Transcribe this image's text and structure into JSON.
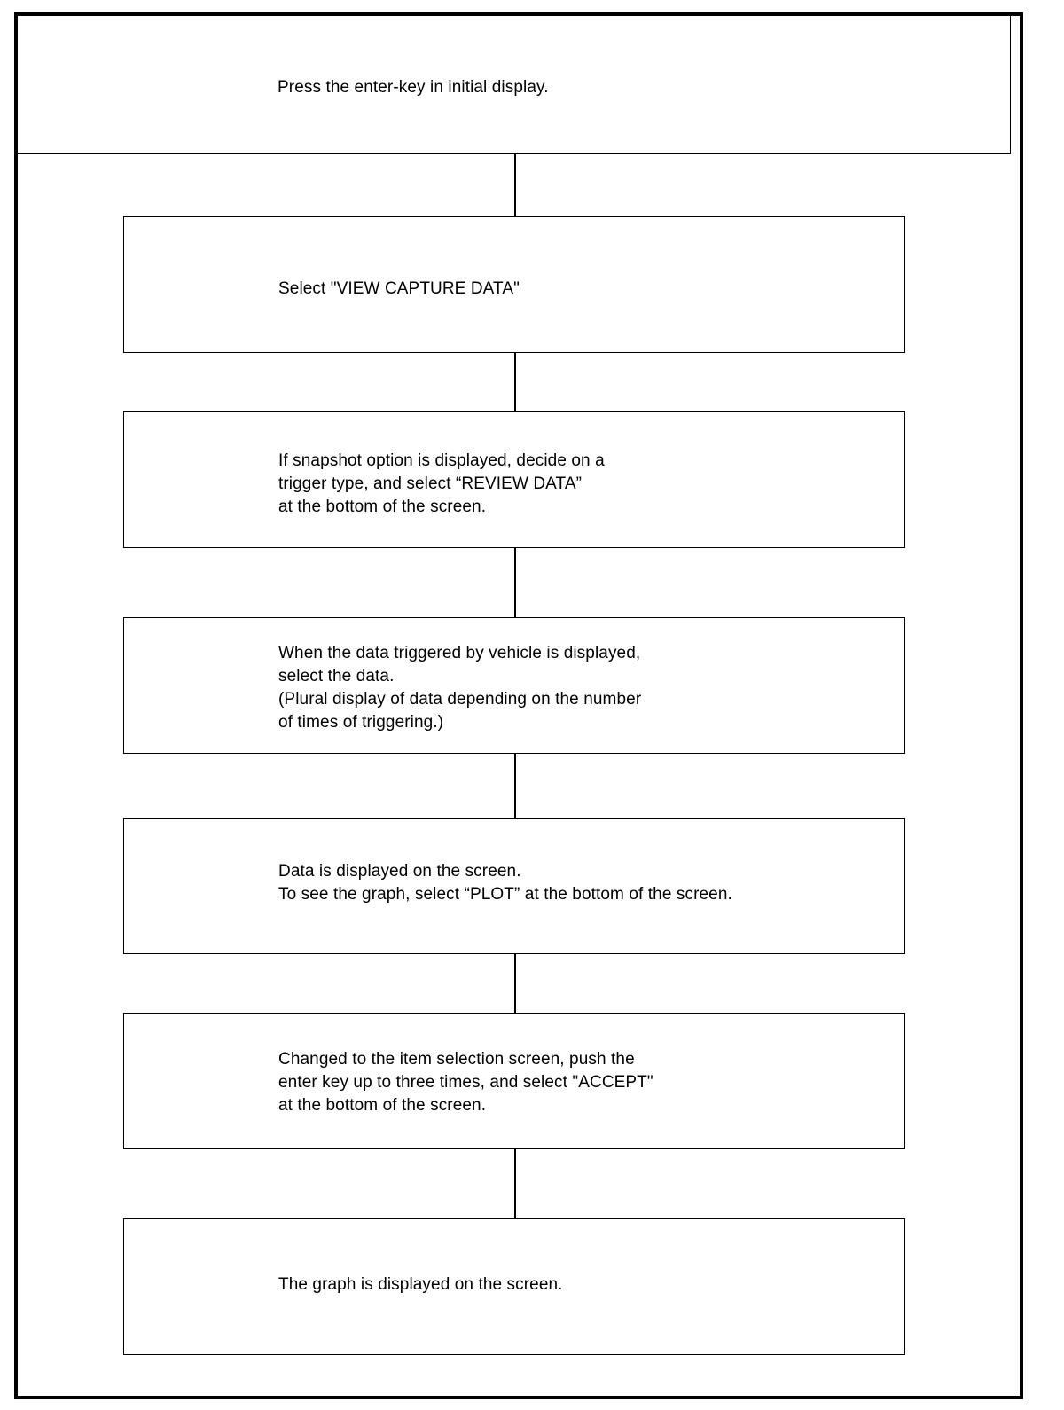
{
  "flowchart": {
    "steps": [
      {
        "text": "Press the enter-key in initial display."
      },
      {
        "text": "Select \"VIEW CAPTURE DATA\""
      },
      {
        "text": "If snapshot option is displayed, decide on a\ntrigger type, and select “REVIEW DATA”\nat the bottom of the screen."
      },
      {
        "text": "When the data triggered by vehicle is displayed,\nselect the data.\n(Plural display of data depending on the number\nof times of triggering.)"
      },
      {
        "text": "Data is displayed on the screen.\nTo see the graph, select “PLOT”  at the bottom of the screen."
      },
      {
        "text": "Changed to the item selection screen, push the\nenter key up to three times, and select \"ACCEPT\"\nat the bottom of the screen."
      },
      {
        "text": "The graph is displayed on the screen."
      }
    ]
  }
}
